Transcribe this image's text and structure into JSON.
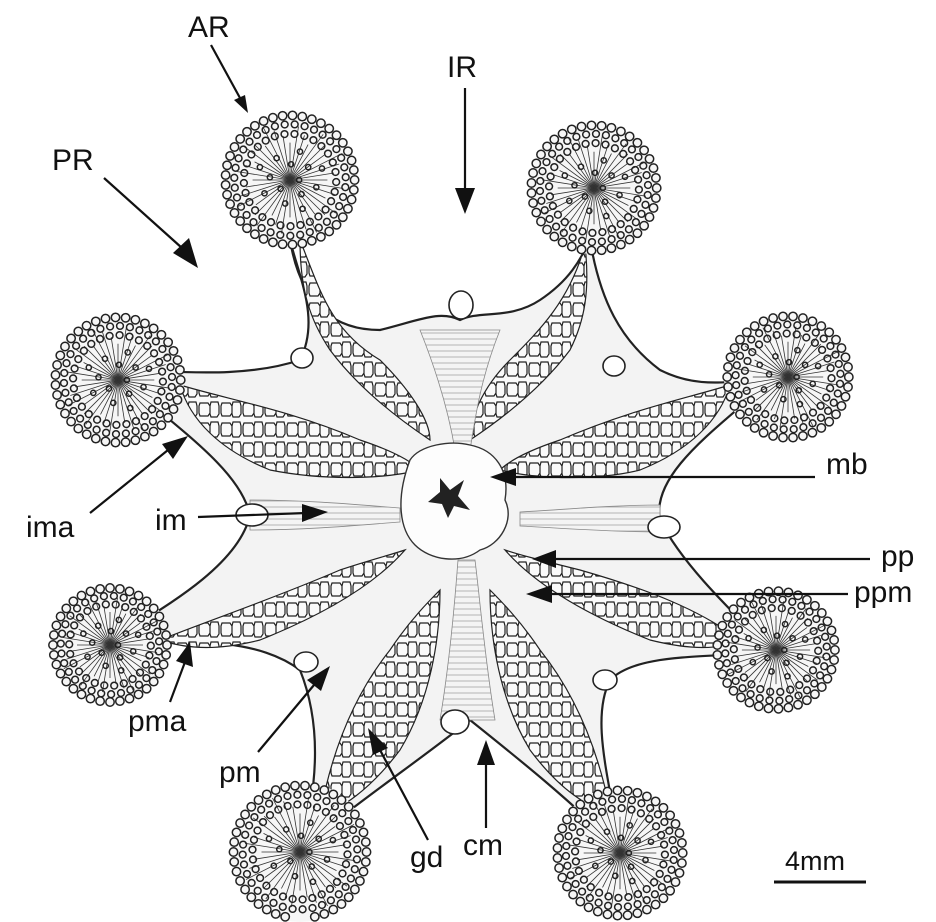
{
  "figure": {
    "labels": {
      "AR": "AR",
      "IR": "IR",
      "PR": "PR",
      "mb": "mb",
      "ima": "ima",
      "im": "im",
      "pp": "pp",
      "ppm": "ppm",
      "pma": "pma",
      "pm": "pm",
      "gd": "gd",
      "cm": "cm"
    },
    "scale_bar": {
      "label": "4mm"
    }
  },
  "colors": {
    "ink": "#111111",
    "background": "#ffffff"
  }
}
